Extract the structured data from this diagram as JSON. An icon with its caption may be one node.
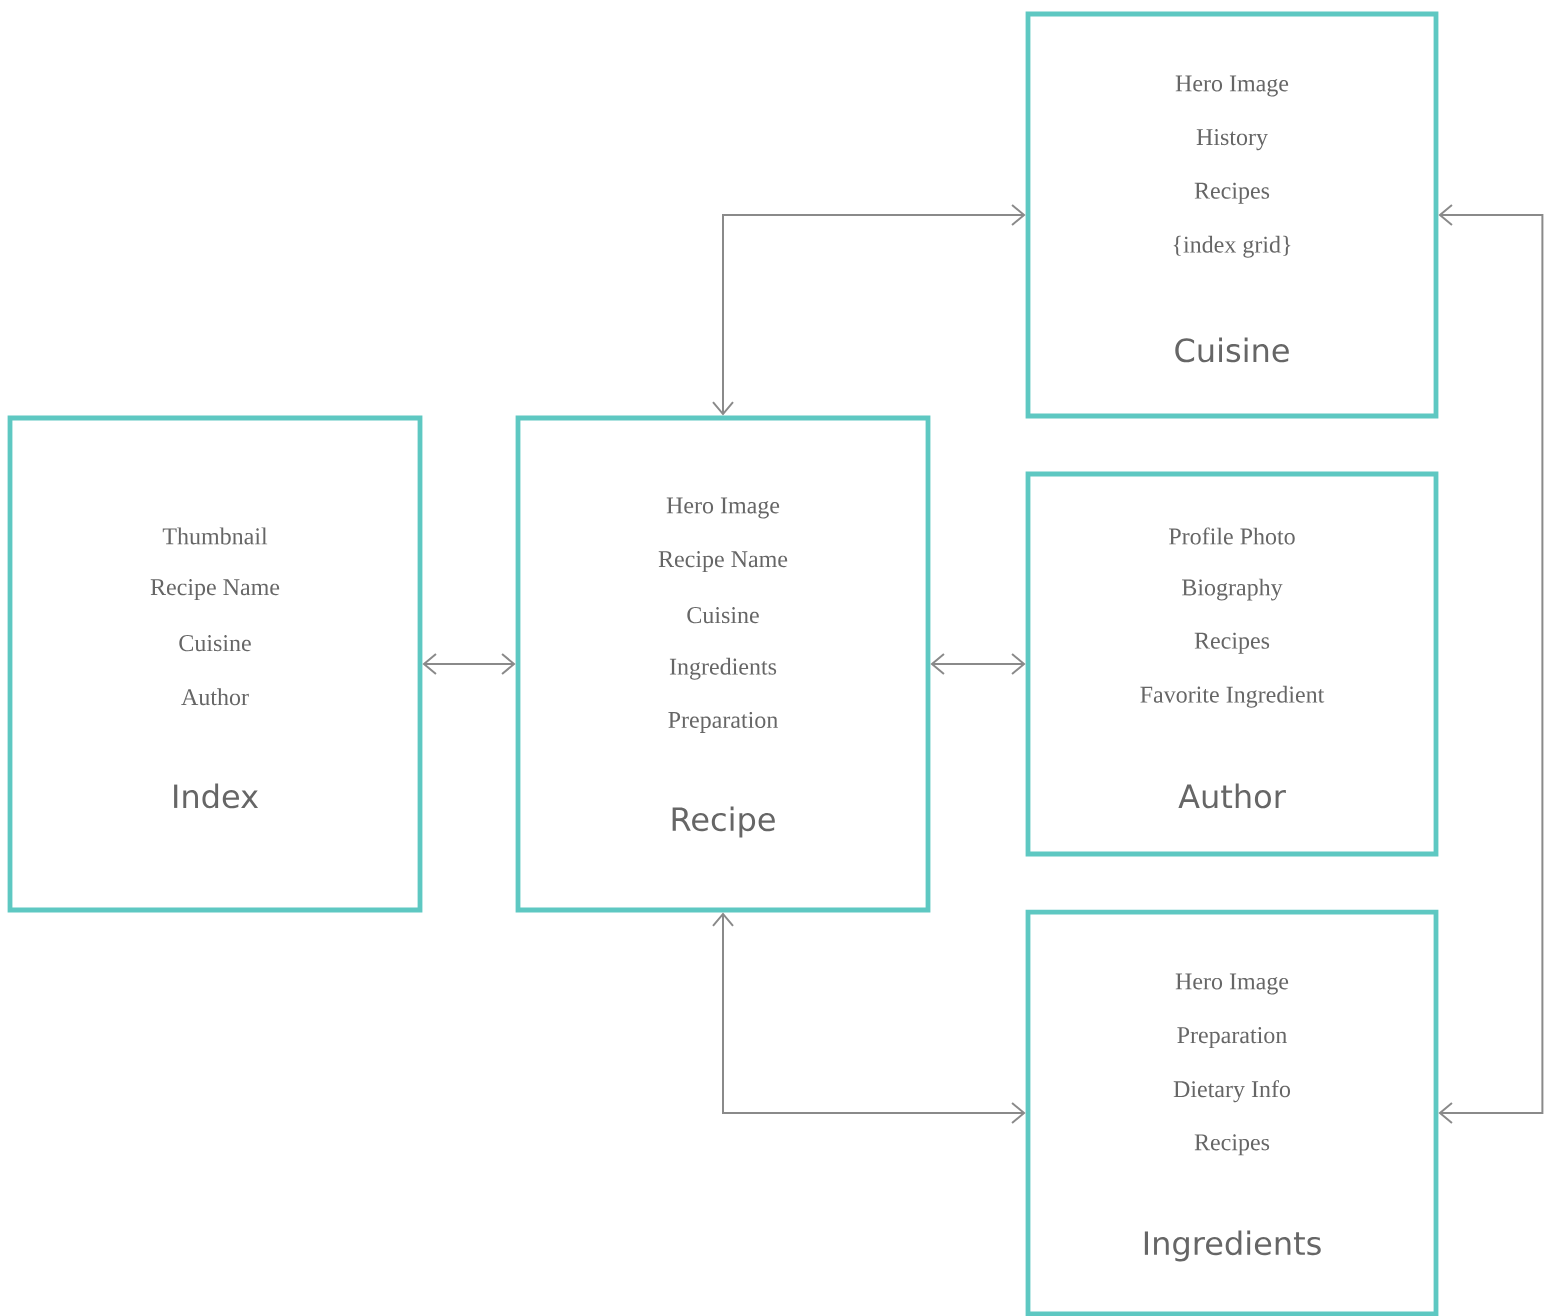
{
  "diagram": {
    "nodes": [
      {
        "text": [
          "Thumbnail",
          "Recipe Name",
          "Cuisine",
          "Author",
          "Index"
        ]
      },
      {
        "text": [
          "Hero Image",
          "Recipe Name",
          "Cuisine",
          "Ingredients",
          "Preparation",
          "Recipe"
        ]
      },
      {
        "text": [
          "Hero Image",
          "History",
          "Recipes",
          "{index grid}",
          "Cuisine"
        ]
      },
      {
        "text": [
          "Profile Photo",
          "Biography",
          "Recipes",
          "Favorite Ingredient",
          "Author"
        ]
      },
      {
        "text": [
          "Hero Image",
          "Preparation",
          "Dietary Info",
          "Recipes",
          "Ingredients"
        ]
      }
    ],
    "edges": [
      {
        "from": 0,
        "to": 1,
        "arrow": "both"
      },
      {
        "from": 1,
        "to": 3,
        "arrow": "both"
      },
      {
        "from": 1,
        "to": 2,
        "arrow": "both"
      },
      {
        "from": 1,
        "to": 4,
        "arrow": "both"
      },
      {
        "from": 2,
        "to": 4,
        "arrow": "both"
      }
    ]
  }
}
